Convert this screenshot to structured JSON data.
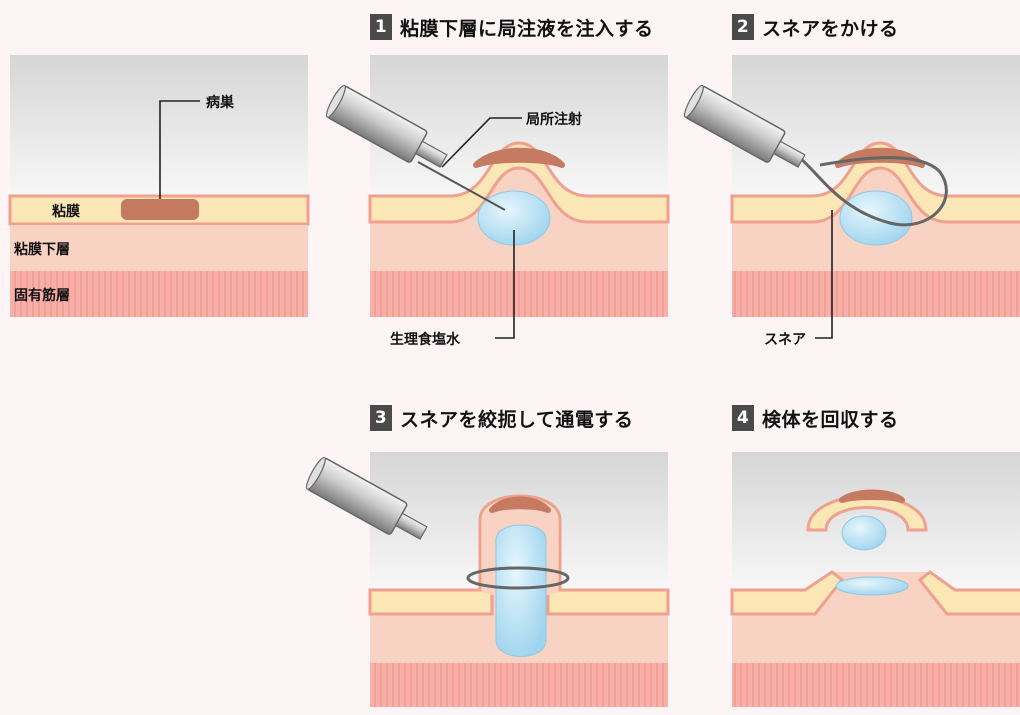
{
  "steps": [
    {
      "num": "1",
      "title": "粘膜下層に局注液を注入する"
    },
    {
      "num": "2",
      "title": "スネアをかける"
    },
    {
      "num": "3",
      "title": "スネアを絞扼して通電する"
    },
    {
      "num": "4",
      "title": "検体を回収する"
    }
  ],
  "labels": {
    "lesion": "病巣",
    "mucosa": "粘膜",
    "submucosa": "粘膜下層",
    "muscularis": "固有筋層",
    "local_injection": "局所注射",
    "saline": "生理食塩水",
    "snare": "スネア"
  },
  "colors": {
    "background": "#fdf4f5",
    "mucosa": "#fbe6b5",
    "mucosa_border": "#f0a090",
    "submucosa": "#f8d2c2",
    "muscularis": "#f4a8a0",
    "lesion": "#c67a62",
    "saline": "#bfe4f5",
    "panel_top": "#dcdcdc",
    "panel_mid": "#f6f6f6"
  }
}
